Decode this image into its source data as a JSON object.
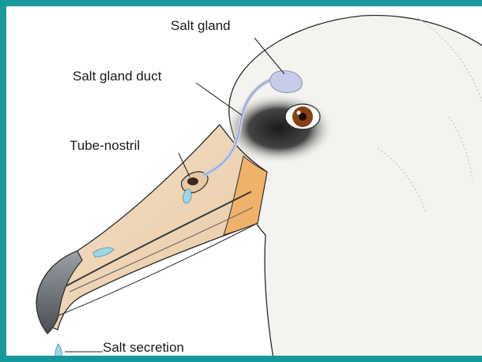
{
  "labels": {
    "salt_gland": "Salt gland",
    "salt_gland_duct": "Salt gland duct",
    "tube_nostril": "Tube-nostril",
    "salt_secretion": "Salt secretion"
  },
  "colors": {
    "frame": "#17989a",
    "feathers": "#f4f3ef",
    "beak": "#f0d2b0",
    "beak_base": "#f0b26a",
    "beak_tip": "#6f7378",
    "gland": "#c7cde8",
    "secretion": "#9fd6e8",
    "eye": "#8a3f14"
  }
}
